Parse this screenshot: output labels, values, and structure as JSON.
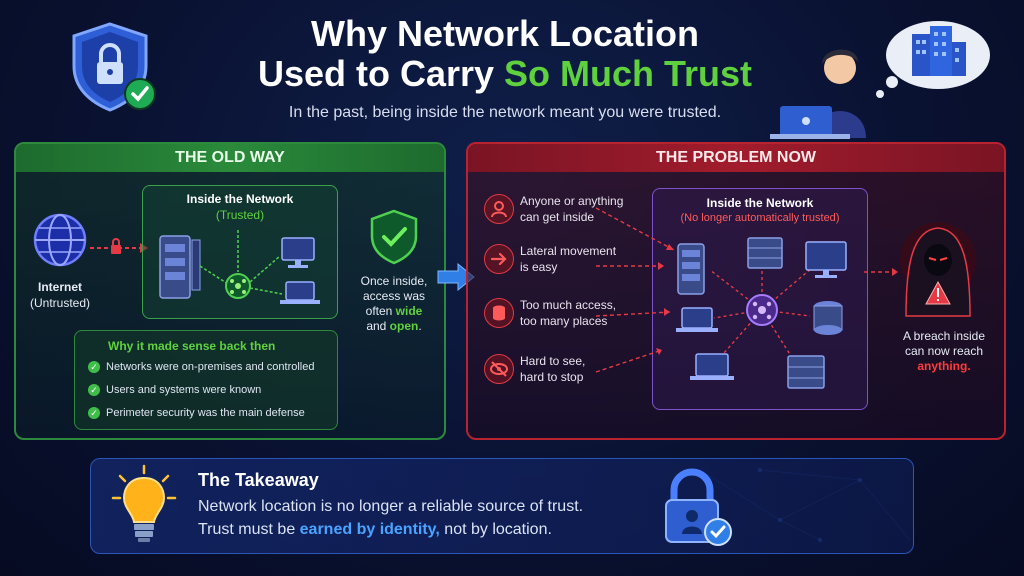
{
  "header": {
    "title_line1": "Why Network Location",
    "title_line2_prefix": "Used to Carry ",
    "title_line2_highlight": "So Much Trust",
    "subtitle": "In the past, being inside the network meant you were trusted."
  },
  "old_way": {
    "heading": "THE OLD WAY",
    "internet_label": "Internet",
    "internet_sub": "(Untrusted)",
    "inside_label": "Inside the Network",
    "inside_sub": "(Trusted)",
    "note_line1": "Once inside,",
    "note_line2": "access was",
    "note_line3_prefix": "often ",
    "note_wide": "wide",
    "note_and": "and ",
    "note_open": "open",
    "note_end": ".",
    "why_title": "Why it made sense back then",
    "why_items": [
      "Networks were on-premises and controlled",
      "Users and systems were known",
      "Perimeter security was the main defense"
    ]
  },
  "problem_now": {
    "heading": "THE PROBLEM NOW",
    "items": [
      {
        "line1": "Anyone or anything",
        "line2": "can get inside"
      },
      {
        "line1": "Lateral movement",
        "line2": "is easy"
      },
      {
        "line1": "Too much access,",
        "line2": "too many places"
      },
      {
        "line1": "Hard to see,",
        "line2": "hard to stop"
      }
    ],
    "inside_label": "Inside the Network",
    "inside_sub_prefix": "(No longer ",
    "inside_sub_hl": "automatically trusted",
    "inside_sub_end": ")",
    "breach_line1": "A breach inside",
    "breach_line2": "can now reach",
    "breach_line3": "anything."
  },
  "takeaway": {
    "title": "The Takeaway",
    "line1": "Network location is no longer a reliable source of trust.",
    "line2_prefix": "Trust must be ",
    "line2_hl": "earned by identity,",
    "line2_end": " not by location."
  },
  "colors": {
    "accent_green": "#5fd13f",
    "accent_red": "#ff3b3b",
    "accent_blue": "#4aa3ff",
    "shield_blue": "#2e5fd6"
  }
}
